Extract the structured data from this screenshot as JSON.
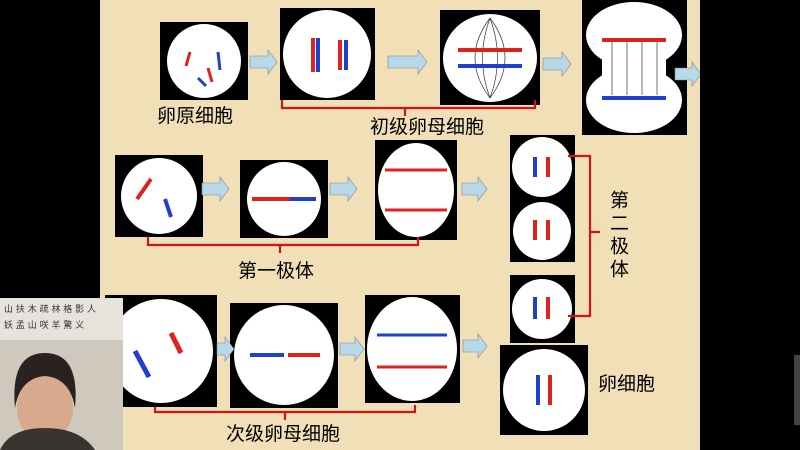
{
  "slide": {
    "labels": {
      "oogonium": "卵原细胞",
      "primary_oocyte": "初级卵母细胞",
      "first_polar_body": "第一极体",
      "second_polar_body": "第二极体",
      "secondary_oocyte": "次级卵母细胞",
      "egg_cell": "卵细胞"
    }
  },
  "colors": {
    "background": "#f1dfb7",
    "red_chromosome": "#e0221e",
    "blue_chromosome": "#1f3fd0",
    "bracket": "#d01515",
    "arrow_fill": "#b9d8ea"
  },
  "webcam": {
    "description_icon": "presenter-video-icon",
    "calligraphy_line1": "山 扶 木 疏 林 格 影 人",
    "calligraphy_line2": "妖 孟 山 咲 羊 驚 义"
  }
}
